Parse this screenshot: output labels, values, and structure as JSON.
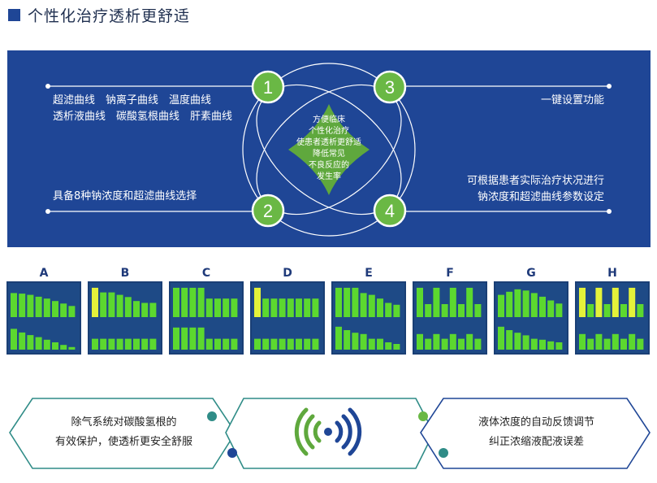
{
  "header": {
    "title": "个性化治疗透析更舒适"
  },
  "diagram": {
    "center_lines": [
      "方便临床",
      "个性化治疗",
      "使患者透析更舒适",
      "降低常见",
      "不良反应的",
      "发生率"
    ],
    "nodes": [
      "1",
      "2",
      "3",
      "4"
    ],
    "left_top_lines": [
      "超滤曲线　钠离子曲线　温度曲线",
      "透析液曲线　碳酸氢根曲线　肝素曲线"
    ],
    "left_bottom": "具备8种钠浓度和超滤曲线选择",
    "right_top": "一键设置功能",
    "right_bottom_lines": [
      "可根据患者实际治疗状况进行",
      "钠浓度和超滤曲线参数设定"
    ],
    "colors": {
      "panel": "#1f4696",
      "node": "#6ab845",
      "diamond": "#5fa83d",
      "line": "#ffffff"
    }
  },
  "curves": {
    "items": [
      {
        "label": "A",
        "top": [
          0.78,
          0.76,
          0.72,
          0.66,
          0.6,
          0.52,
          0.44,
          0.36
        ],
        "top_highlight": [],
        "bottom": [
          0.8,
          0.66,
          0.56,
          0.48,
          0.38,
          0.28,
          0.18,
          0.1
        ],
        "bottom_highlight": []
      },
      {
        "label": "B",
        "top": [
          0.95,
          0.8,
          0.8,
          0.72,
          0.65,
          0.52,
          0.46,
          0.46
        ],
        "top_highlight": [
          0
        ],
        "bottom": [
          0.42,
          0.42,
          0.42,
          0.42,
          0.42,
          0.42,
          0.42,
          0.42
        ],
        "bottom_highlight": []
      },
      {
        "label": "C",
        "top": [
          0.95,
          0.95,
          0.95,
          0.95,
          0.6,
          0.6,
          0.6,
          0.6
        ],
        "top_highlight": [],
        "bottom": [
          0.85,
          0.85,
          0.85,
          0.85,
          0.42,
          0.42,
          0.42,
          0.42
        ],
        "bottom_highlight": []
      },
      {
        "label": "D",
        "top": [
          0.95,
          0.6,
          0.6,
          0.6,
          0.6,
          0.6,
          0.6,
          0.6
        ],
        "top_highlight": [
          0
        ],
        "bottom": [
          0.42,
          0.42,
          0.42,
          0.42,
          0.42,
          0.42,
          0.42,
          0.42
        ],
        "bottom_highlight": []
      },
      {
        "label": "E",
        "top": [
          0.95,
          0.95,
          0.95,
          0.78,
          0.72,
          0.6,
          0.46,
          0.4
        ],
        "top_highlight": [],
        "bottom": [
          0.88,
          0.75,
          0.65,
          0.6,
          0.42,
          0.42,
          0.28,
          0.22
        ],
        "bottom_highlight": []
      },
      {
        "label": "F",
        "top": [
          0.95,
          0.42,
          0.95,
          0.42,
          0.95,
          0.42,
          0.95,
          0.42
        ],
        "top_highlight": [],
        "bottom": [
          0.6,
          0.42,
          0.6,
          0.42,
          0.6,
          0.42,
          0.6,
          0.42
        ],
        "bottom_highlight": []
      },
      {
        "label": "G",
        "top": [
          0.72,
          0.82,
          0.9,
          0.86,
          0.78,
          0.66,
          0.54,
          0.44
        ],
        "top_highlight": [],
        "bottom": [
          0.88,
          0.75,
          0.65,
          0.55,
          0.42,
          0.38,
          0.32,
          0.28
        ],
        "bottom_highlight": []
      },
      {
        "label": "H",
        "top": [
          0.95,
          0.42,
          0.95,
          0.42,
          0.95,
          0.42,
          0.95,
          0.42
        ],
        "top_highlight": [
          0,
          2,
          4,
          6
        ],
        "bottom": [
          0.6,
          0.42,
          0.6,
          0.42,
          0.6,
          0.42,
          0.6,
          0.42
        ],
        "bottom_highlight": []
      }
    ],
    "colors": {
      "bar": "#5cd82f",
      "highlight": "#e4f23a",
      "bg": "#1e4a86"
    }
  },
  "features": {
    "left_lines": [
      "除气系统对碳酸氢根的",
      "有效保护，使透析更安全舒服"
    ],
    "right_lines": [
      "液体浓度的自动反馈调节",
      "纠正浓缩液配液误差"
    ],
    "icon": "wireless-signal-icon",
    "colors": {
      "teal": "#2f8c87",
      "green": "#6ab845",
      "navy": "#1f4696"
    }
  }
}
